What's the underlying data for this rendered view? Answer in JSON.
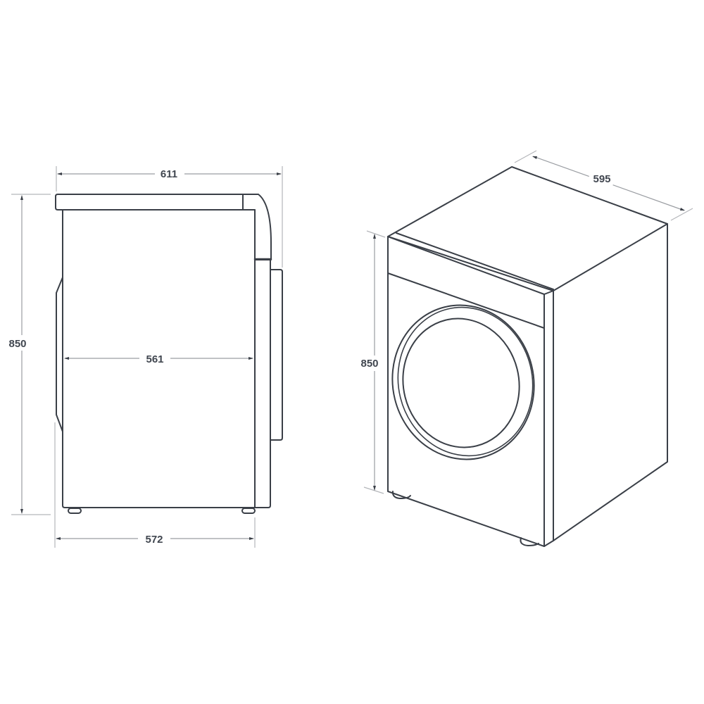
{
  "diagram": {
    "type": "technical-dimension-drawing",
    "subject": "front-loading washing machine",
    "units": "mm",
    "colors": {
      "outline": "#3a3f47",
      "dimension_line": "#9a9da2",
      "text": "#40464f",
      "background": "#ffffff"
    },
    "side_view": {
      "dimensions": {
        "overall_depth": "611",
        "height": "850",
        "body_depth": "561",
        "base_depth": "572"
      }
    },
    "isometric_view": {
      "dimensions": {
        "width": "595",
        "height": "850"
      }
    }
  }
}
